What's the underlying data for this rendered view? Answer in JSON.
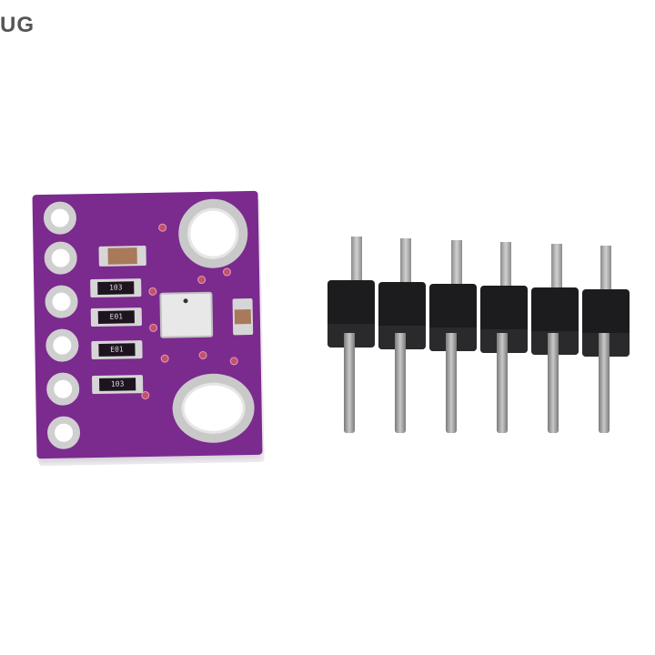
{
  "watermark": {
    "text": "UG"
  },
  "pcb": {
    "color": "#7b2a8e",
    "resistor_labels": [
      "103",
      "E01",
      "E01",
      "103"
    ],
    "pad_count": 6,
    "mounting_holes": 2
  },
  "pin_header": {
    "pin_count": 6,
    "color": "#1c1c1e"
  }
}
